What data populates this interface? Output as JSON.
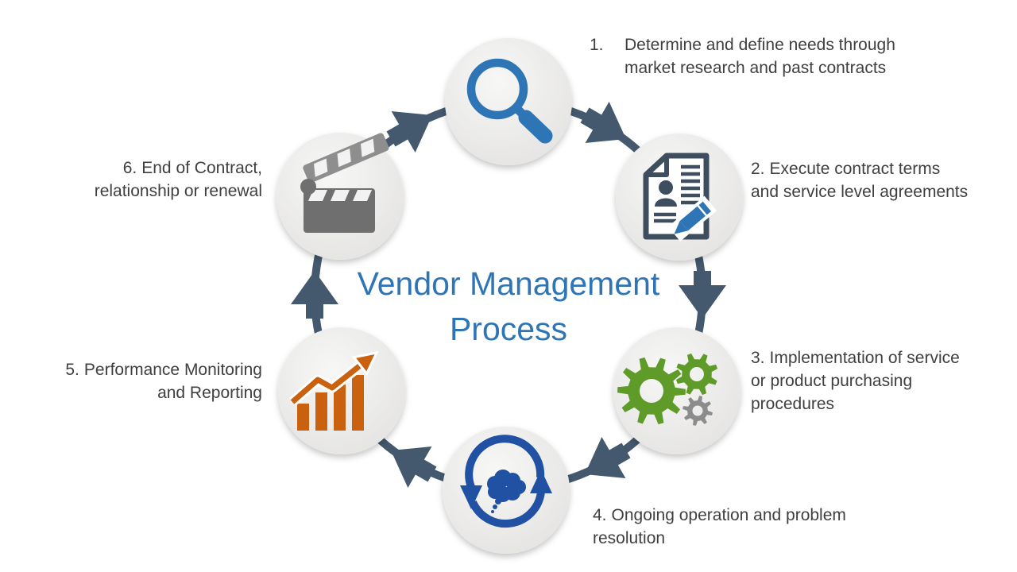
{
  "title": {
    "text": "Vendor Management\nProcess"
  },
  "steps": [
    {
      "number": "1.",
      "text": "Determine and define needs through\nmarket research and past contracts",
      "icon": "search-icon"
    },
    {
      "number": "2.",
      "text": "Execute contract terms\nand service level agreements",
      "icon": "contract-document-icon"
    },
    {
      "number": "3.",
      "text": "Implementation of service\nor product purchasing\nprocedures",
      "icon": "gears-icon"
    },
    {
      "number": "4.",
      "text": "Ongoing operation and problem\nresolution",
      "icon": "cycle-arrows-icon"
    },
    {
      "number": "5.",
      "text": "Performance Monitoring\nand Reporting",
      "icon": "bar-chart-icon"
    },
    {
      "number": "6.",
      "text": "End of Contract,\nrelationship or renewal",
      "icon": "clapperboard-icon"
    }
  ],
  "colors": {
    "arrow_slate": "#44596E",
    "accent_blue": "#2E75B6",
    "navy_blue": "#2051A3",
    "gear_green": "#5F9B28",
    "gear_gray": "#8C8C8C",
    "chart_orange": "#C9610F",
    "clapper_gray": "#757575",
    "doc_outline": "#3E4E5F",
    "text_gray": "#3F3F3F"
  }
}
